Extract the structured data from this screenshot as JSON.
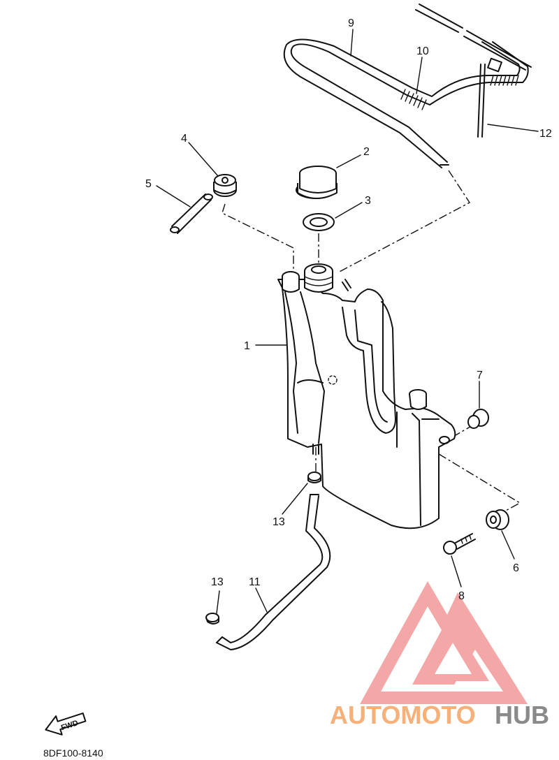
{
  "diagram_code": "8DF100-8140",
  "fwd_label": "FWD",
  "watermark": {
    "text_light": "AUTOMOTO",
    "text_dark": "HUB",
    "color_light": "#f6b07a",
    "color_dark": "#8a8a8a",
    "logo_color": "#f08a8a"
  },
  "callouts": [
    "1",
    "2",
    "3",
    "4",
    "5",
    "6",
    "7",
    "8",
    "9",
    "10",
    "11",
    "12",
    "13",
    "13"
  ]
}
